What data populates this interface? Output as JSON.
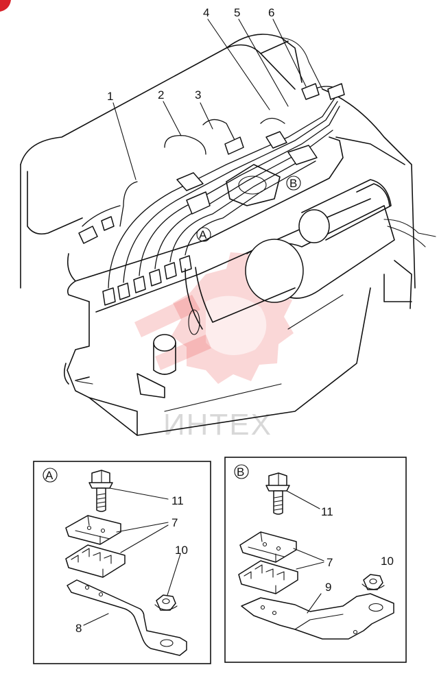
{
  "diagram": {
    "callouts": {
      "c1": "1",
      "c2": "2",
      "c3": "3",
      "c4": "4",
      "c5": "5",
      "c6": "6",
      "ref_a": "A",
      "ref_b": "B"
    },
    "watermark": {
      "text": "ИНТЕХ",
      "color": "#e94b4b"
    },
    "panel_a": {
      "marker": "A",
      "labels": {
        "bolt": "11",
        "clamp": "7",
        "nut": "10",
        "bracket": "8"
      }
    },
    "panel_b": {
      "marker": "B",
      "labels": {
        "bolt": "11",
        "clamp": "7",
        "nut": "10",
        "bracket": "9"
      }
    }
  }
}
